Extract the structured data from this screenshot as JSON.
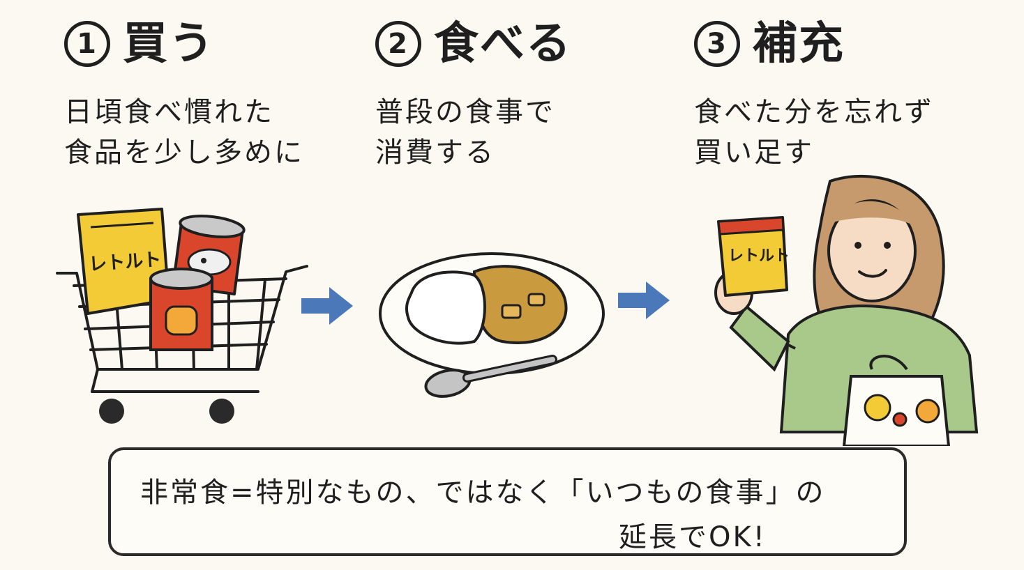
{
  "steps": [
    {
      "number": "1",
      "title": "買う",
      "description": "日頃食べ慣れた\n食品を少し多めに"
    },
    {
      "number": "2",
      "title": "食べる",
      "description": "普段の食事で\n消費する"
    },
    {
      "number": "3",
      "title": "補充",
      "description": "食べた分を忘れず\n買い足す"
    }
  ],
  "labels": {
    "retort_pouch_cart": "レトルト",
    "retort_pouch_hand": "レトルト"
  },
  "note": {
    "line1": "非常食=特別なもの、ではなく「いつもの食事」の",
    "line2": "延長でOK!"
  },
  "colors": {
    "arrow": "#4a78b8",
    "pouch": "#f2cb36",
    "can": "#d9462c",
    "sweater": "#a8c98a",
    "hair": "#c79a6e"
  },
  "icons": [
    "shopping-cart-icon",
    "retort-pouch-icon",
    "fish-can-icon",
    "can-icon",
    "curry-plate-icon",
    "spoon-icon",
    "arrow-right-icon",
    "woman-shopper-icon",
    "shopping-bag-icon"
  ]
}
